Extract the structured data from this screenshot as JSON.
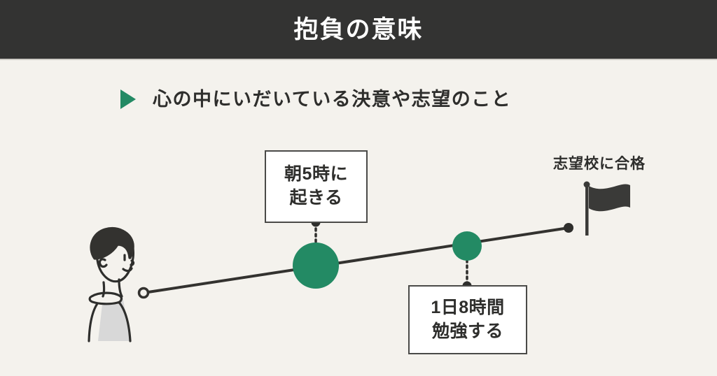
{
  "header": {
    "title": "抱負の意味",
    "background_color": "#333332",
    "text_color": "#ffffff"
  },
  "subtitle": {
    "bullet_icon": "triangle-right-icon",
    "text": "心の中にいだいている決意や志望のこと",
    "bullet_color": "#238a64"
  },
  "theme": {
    "background_color": "#f4f2ed",
    "accent_green": "#238a64",
    "ink": "#2e2e2c",
    "line_color": "#33322f",
    "box_border": "#4a4a48",
    "shirt_gray": "#d8d8d8"
  },
  "diagram": {
    "type": "milestone-path",
    "start_marker": "hollow-circle",
    "end_marker": "filled-dot",
    "milestones": [
      {
        "id": "morning",
        "marker": "large-green-circle",
        "lines": [
          "朝5時に",
          "起きる"
        ],
        "callout_position": "above"
      },
      {
        "id": "study",
        "marker": "small-green-circle",
        "lines": [
          "1日8時間",
          "勉強する"
        ],
        "callout_position": "below"
      }
    ],
    "goal": {
      "label": "志望校に合格",
      "icon": "flag-icon"
    },
    "person": {
      "icon": "person-illustration",
      "description": "line-art person looking up to the right"
    }
  }
}
